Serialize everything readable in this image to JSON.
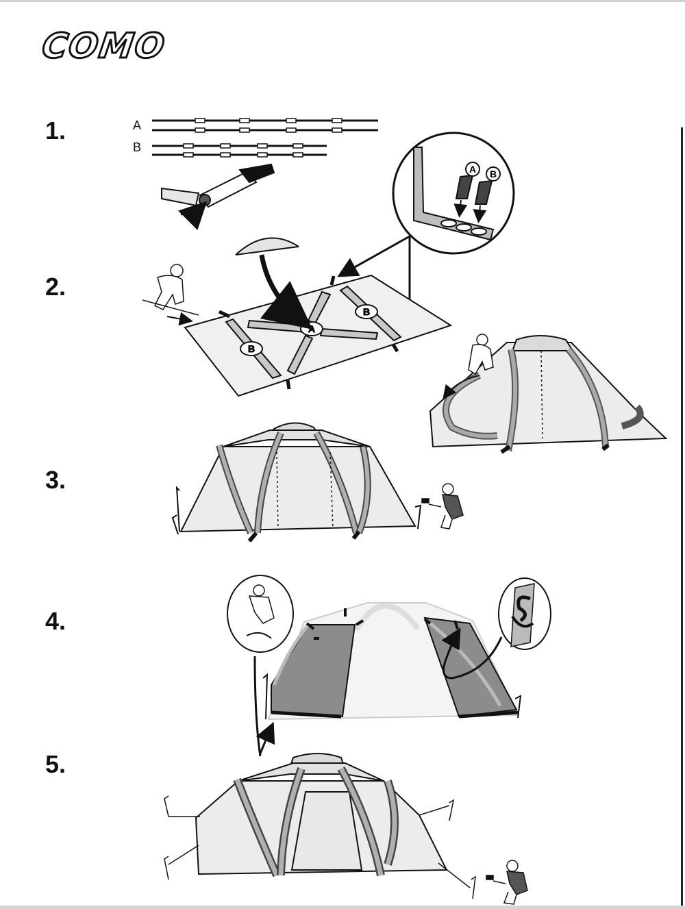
{
  "document": {
    "title": "COMO",
    "steps": [
      "1.",
      "2.",
      "3.",
      "4.",
      "5."
    ],
    "pole_labels": {
      "a": "A",
      "b": "B"
    },
    "diagram_labels": {
      "a": "A",
      "b": "B"
    }
  }
}
